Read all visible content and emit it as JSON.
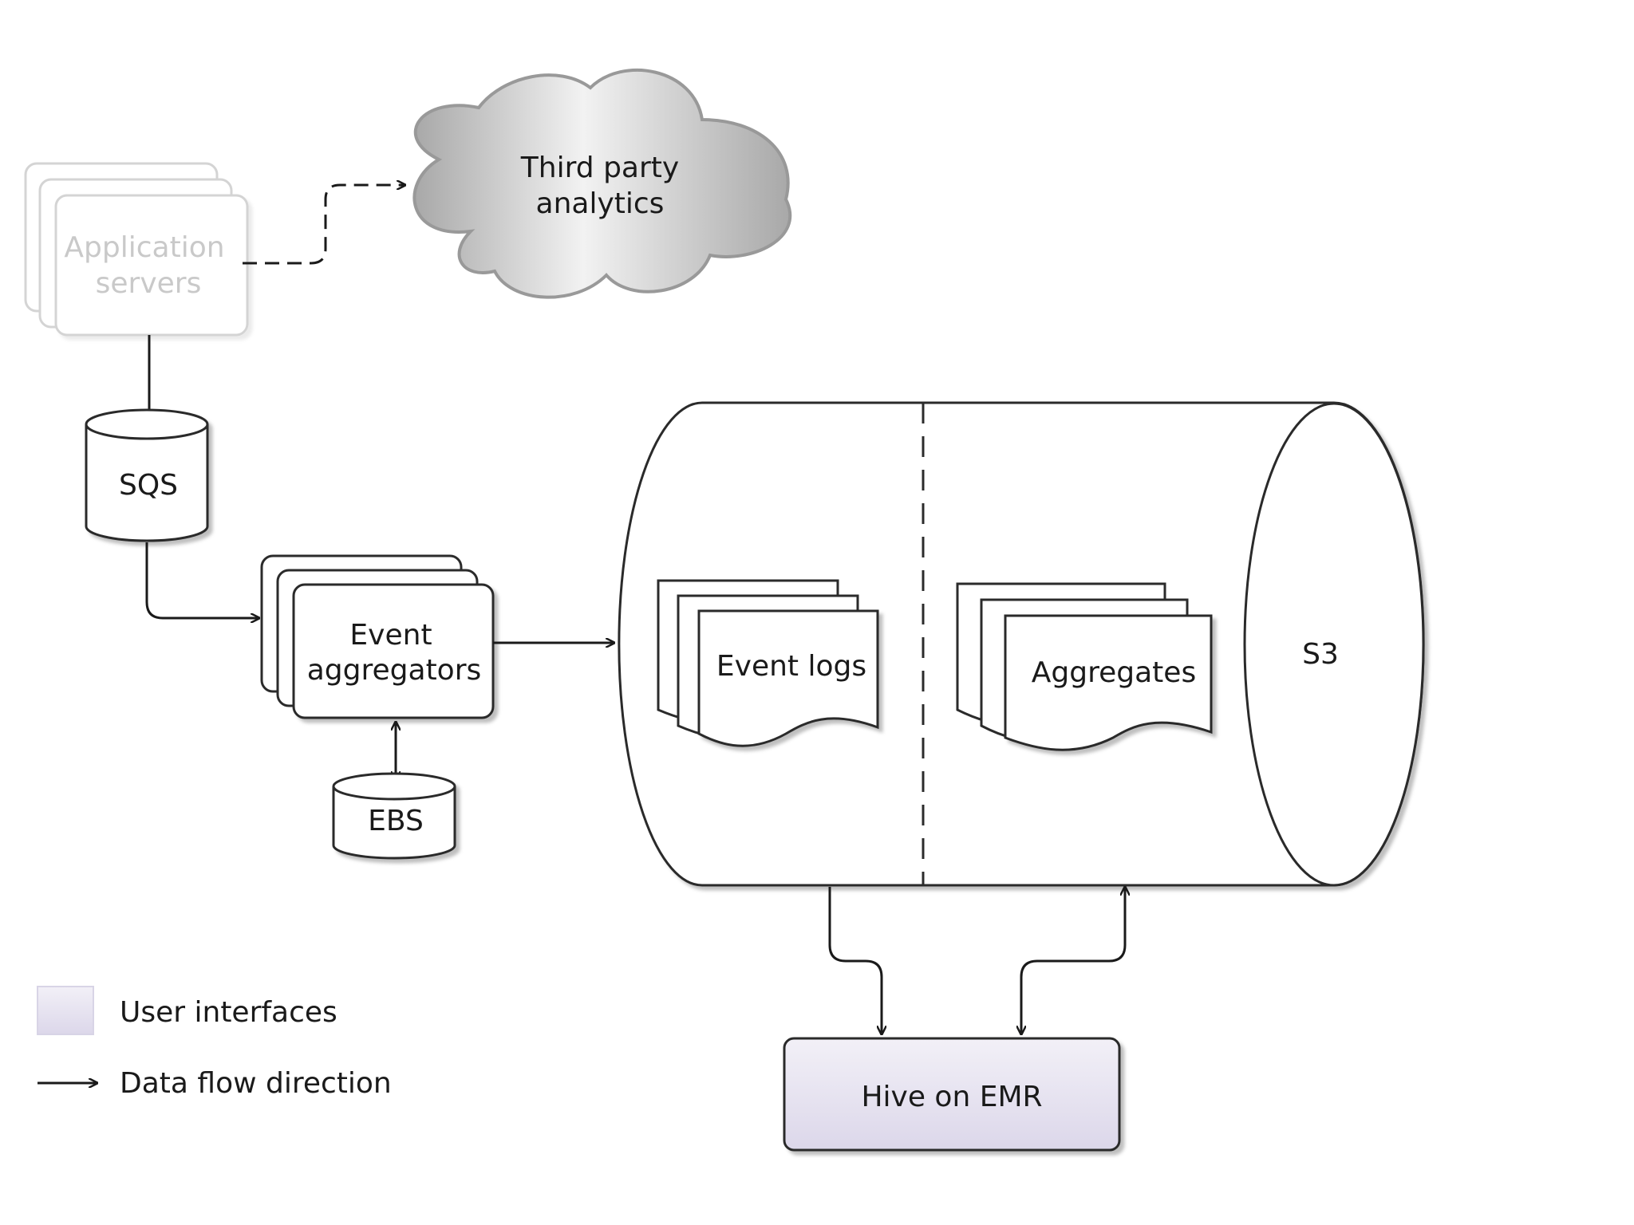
{
  "nodes": {
    "app_servers": {
      "line1": "Application",
      "line2": "servers"
    },
    "third_party": {
      "line1": "Third party",
      "line2": "analytics"
    },
    "sqs": {
      "label": "SQS"
    },
    "event_aggregators": {
      "line1": "Event",
      "line2": "aggregators"
    },
    "ebs": {
      "label": "EBS"
    },
    "s3": {
      "label": "S3"
    },
    "event_logs": {
      "label": "Event logs"
    },
    "aggregates": {
      "label": "Aggregates"
    },
    "hive": {
      "label": "Hive on EMR"
    }
  },
  "legend": {
    "user_interfaces": "User interfaces",
    "data_flow": "Data flow direction"
  },
  "colors": {
    "user_interface_fill": "#e4e0ee",
    "cloud_fill_light": "#f2f2f2",
    "cloud_fill_dark": "#a8a8a8",
    "faded_stroke": "#d4d4d4",
    "stroke": "#2b2b2b"
  }
}
